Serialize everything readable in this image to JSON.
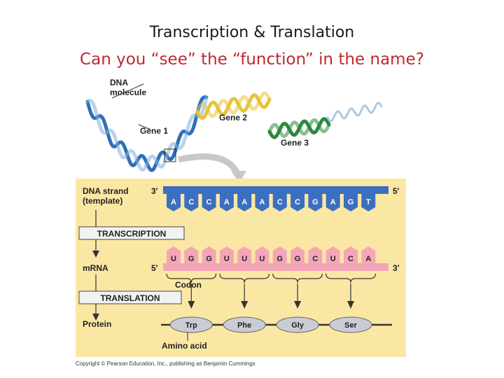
{
  "slide": {
    "title": "Transcription & Translation",
    "subtitle": "Can you “see” the “function” in the name?"
  },
  "diagram": {
    "dna_molecule_label_1": "DNA",
    "dna_molecule_label_2": "molecule",
    "gene_labels": [
      "Gene 1",
      "Gene 2",
      "Gene 3"
    ],
    "dna_strand_label_1": "DNA strand",
    "dna_strand_label_2": "(template)",
    "dna_end_left": "3′",
    "dna_end_right": "5′",
    "dna_bases": [
      "A",
      "C",
      "C",
      "A",
      "A",
      "A",
      "C",
      "C",
      "G",
      "A",
      "G",
      "T"
    ],
    "transcription_label": "TRANSCRIPTION",
    "mrna_label": "mRNA",
    "mrna_end_left": "5′",
    "mrna_end_right": "3′",
    "mrna_bases": [
      "U",
      "G",
      "G",
      "U",
      "U",
      "U",
      "G",
      "G",
      "C",
      "U",
      "C",
      "A"
    ],
    "codon_label": "Codon",
    "translation_label": "TRANSLATION",
    "protein_label": "Protein",
    "amino_acids": [
      "Trp",
      "Phe",
      "Gly",
      "Ser"
    ],
    "amino_acid_label": "Amino acid",
    "copyright": "Copyright © Pearson Education, Inc., publishing as Benjamin Cummings"
  },
  "colors": {
    "gene1": "#2f6fb8",
    "gene2": "#e8c33a",
    "gene3": "#2c8a3c",
    "panel": "#fbe7a4",
    "dna_band": "#3b6fc0",
    "mrna_band": "#f4a6b8",
    "amino": "#c9ccd4",
    "title_red": "#c0282d"
  }
}
